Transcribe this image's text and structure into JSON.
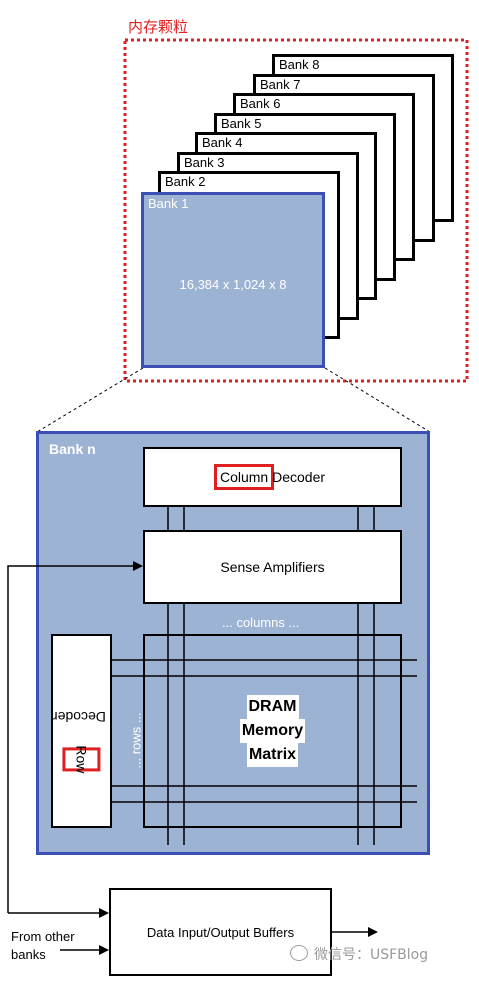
{
  "chip_label": "内存颗粒",
  "banks_back": [
    "Bank 8",
    "Bank 7",
    "Bank 6",
    "Bank 5",
    "Bank 4",
    "Bank 3",
    "Bank 2"
  ],
  "bank1": {
    "label": "Bank 1",
    "dimensions": "16,384 x 1,024 x 8"
  },
  "bank_n": {
    "label": "Bank n",
    "column_decoder_prefix": "Column",
    "column_decoder_suffix": " Decoder",
    "sense_amplifiers": "Sense Amplifiers",
    "columns_label": "... columns ...",
    "rows_label": "... rows ...",
    "matrix_lines": [
      "DRAM",
      "Memory",
      "Matrix"
    ],
    "row_decoder_prefix": "Row",
    "row_decoder_suffix": " Decoder"
  },
  "data_io": "Data Input/Output Buffers",
  "from_other_banks": [
    "From other",
    "banks"
  ],
  "watermark": "微信号：USFBlog",
  "colors": {
    "highlight_red": "#e02020",
    "bank_fill": "#9db3d4",
    "bank_border": "#3b4fb5"
  }
}
